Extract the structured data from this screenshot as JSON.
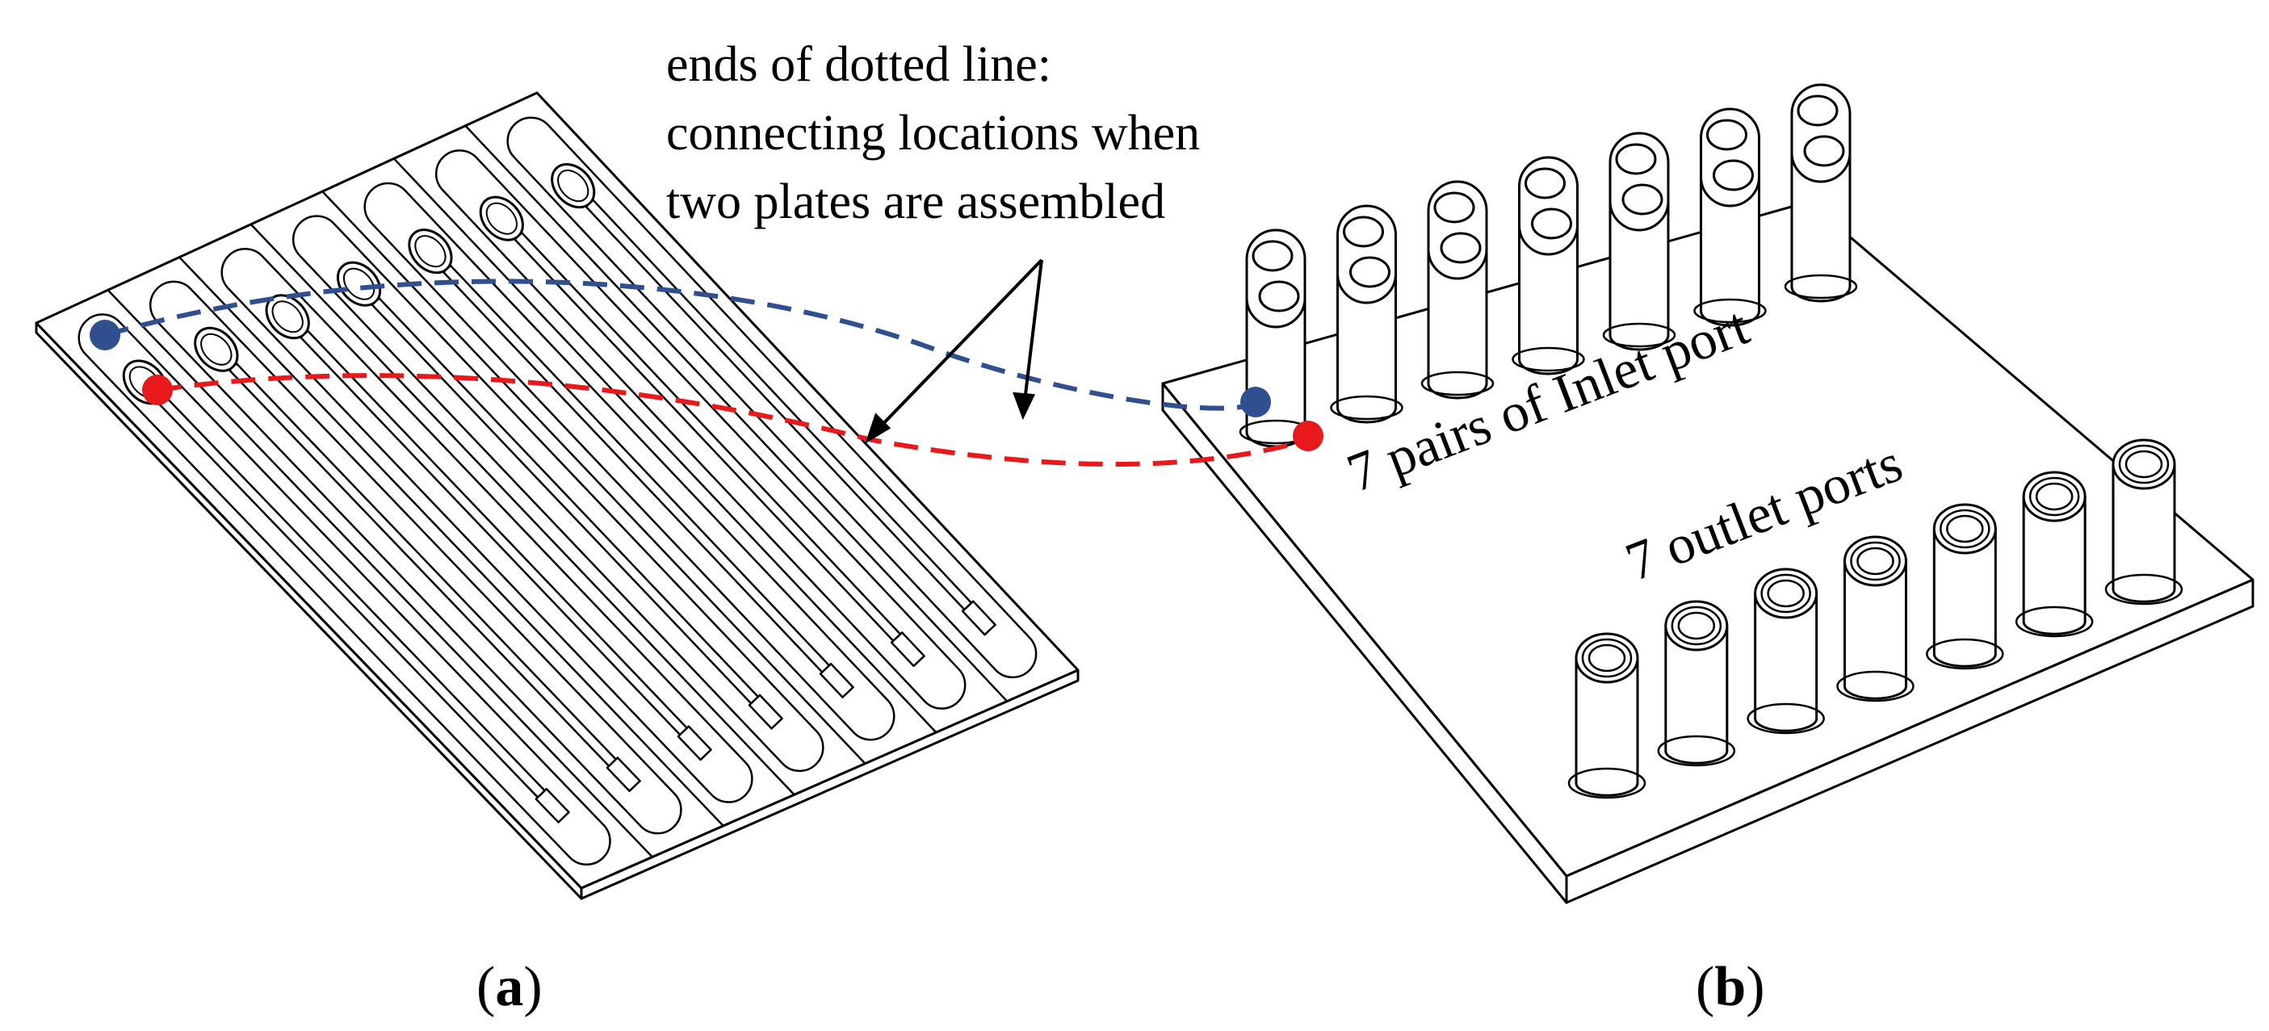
{
  "annotation": {
    "line1": "ends of dotted line:",
    "line2": "connecting locations when",
    "line3": "two plates are assembled"
  },
  "labels": {
    "inlet": "7 pairs of Inlet port",
    "outlet": "7 outlet ports"
  },
  "panels": {
    "a": {
      "open": "(",
      "letter": "a",
      "close": ")"
    },
    "b": {
      "open": "(",
      "letter": "b",
      "close": ")"
    }
  },
  "colors": {
    "blue_line": "#2f4f8f",
    "red_line": "#e8191a",
    "outline": "#000000",
    "fill": "#ffffff"
  }
}
